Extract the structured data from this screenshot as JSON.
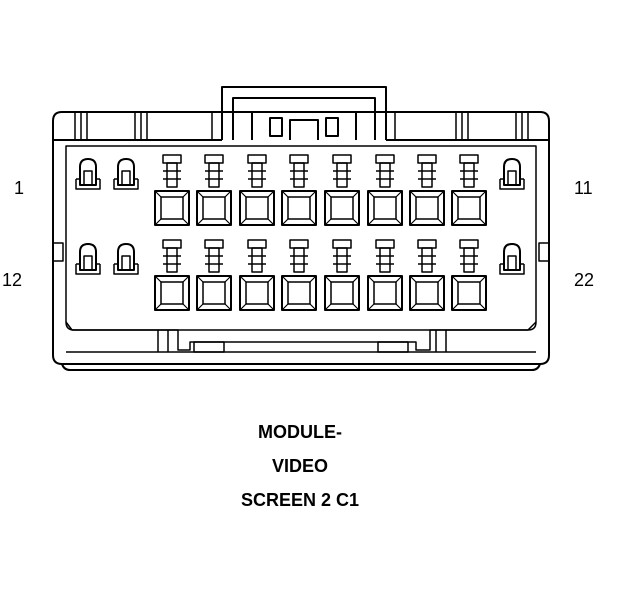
{
  "connector": {
    "pin_labels": {
      "top_left": "1",
      "top_right": "11",
      "bottom_left": "12",
      "bottom_right": "22"
    },
    "pins_per_row": 11,
    "rows": 2
  },
  "caption": {
    "line1": "MODULE-",
    "line2": "VIDEO",
    "line3": "SCREEN 2 C1"
  }
}
